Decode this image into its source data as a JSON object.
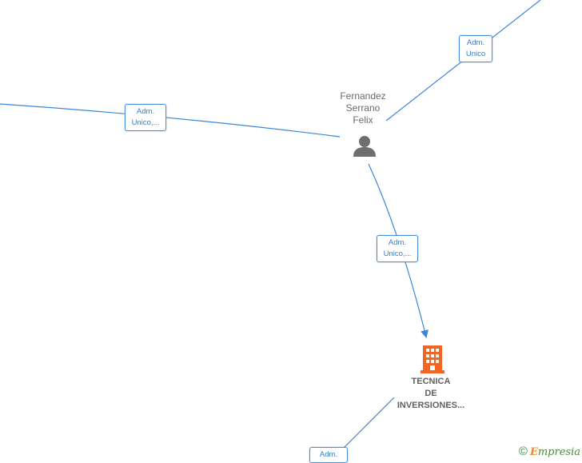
{
  "person": {
    "name_lines": [
      "Fernandez",
      "Serrano",
      "Felix"
    ],
    "icon": "person-icon"
  },
  "company": {
    "name_lines": [
      "TECNICA",
      "DE",
      "INVERSIONES..."
    ],
    "icon": "building-icon",
    "color": "#f26522"
  },
  "edges": [
    {
      "id": "edge-top-right",
      "label_lines": [
        "Adm.",
        "Unico"
      ]
    },
    {
      "id": "edge-left",
      "label_lines": [
        "Adm.",
        "Unico,..."
      ]
    },
    {
      "id": "edge-down",
      "label_lines": [
        "Adm.",
        "Unico,..."
      ]
    },
    {
      "id": "edge-bottom",
      "label_lines": [
        "Adm."
      ]
    }
  ],
  "colors": {
    "edge": "#3d85d6",
    "label_border": "#4a90d9",
    "label_text": "#2f7fd1",
    "person_icon": "#6e6e6e"
  },
  "copyright": {
    "symbol": "©",
    "brand_first": "E",
    "brand_rest": "mpresia"
  }
}
